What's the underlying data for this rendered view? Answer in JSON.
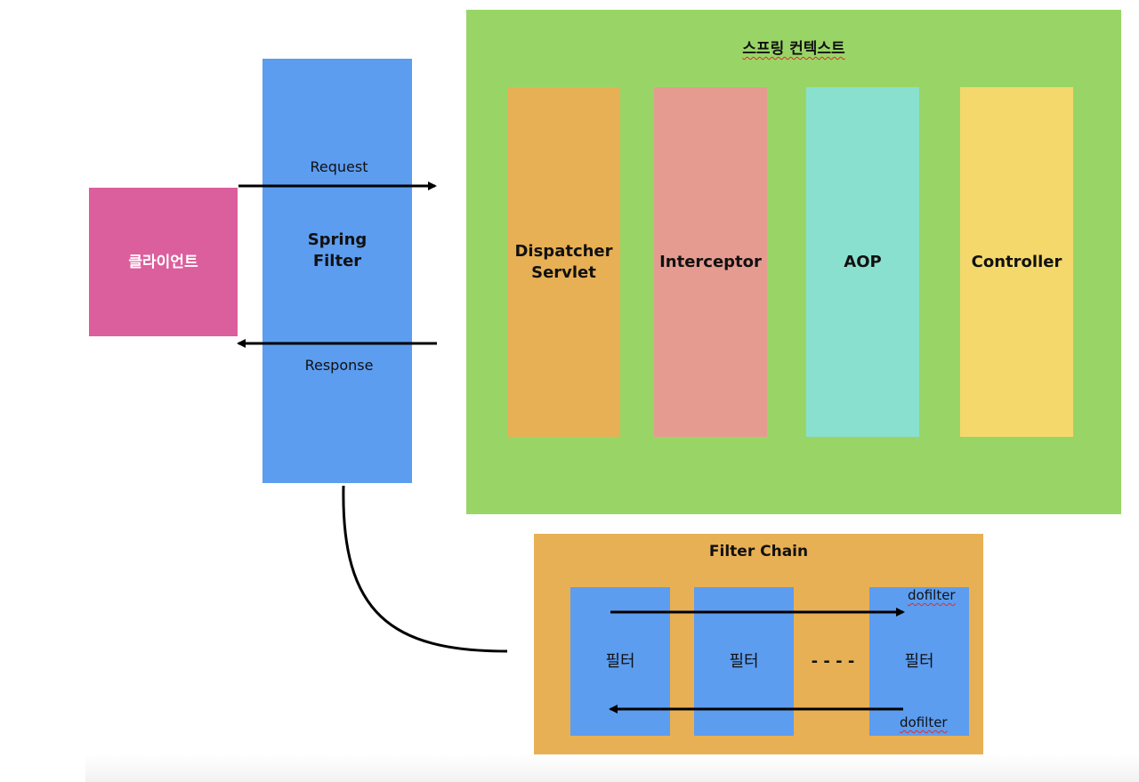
{
  "client": {
    "label": "클라이언트"
  },
  "spring_filter": {
    "label": "Spring\nFilter",
    "request_label": "Request",
    "response_label": "Response"
  },
  "spring_context": {
    "title": "스프링 컨텍스트",
    "components": [
      {
        "label": "Dispatcher\nServlet"
      },
      {
        "label": "Interceptor"
      },
      {
        "label": "AOP"
      },
      {
        "label": "Controller"
      }
    ]
  },
  "filter_chain": {
    "title": "Filter Chain",
    "filters": [
      "필터",
      "필터",
      "필터"
    ],
    "ellipsis": "- - - -",
    "dofilter_forward": "dofilter",
    "dofilter_backward": "dofilter"
  },
  "colors": {
    "client": "#db5f9c",
    "spring_filter": "#5c9df0",
    "spring_context": "#99d566",
    "dispatcher": "#e8b054",
    "interceptor": "#e59b90",
    "aop": "#8ae0cf",
    "controller": "#f4d86c",
    "filter_chain": "#e8b054",
    "filter": "#5c9df0"
  }
}
